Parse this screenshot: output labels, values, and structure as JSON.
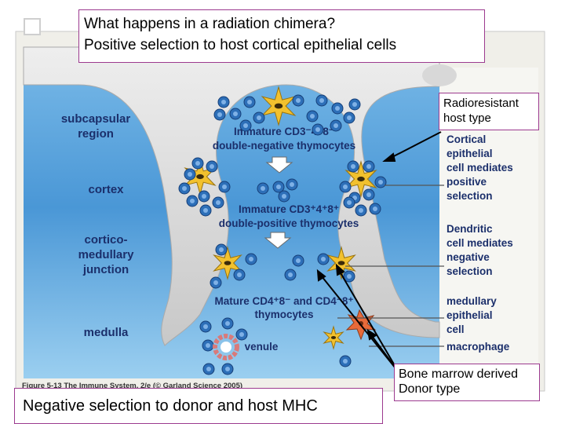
{
  "title": {
    "line1": "What happens in a radiation chimera?",
    "line2": "Positive selection to host cortical epithelial cells"
  },
  "notes": {
    "host": {
      "line1": "Radioresistant",
      "line2": "host type"
    },
    "donor": {
      "line1": "Bone marrow derived",
      "line2": "Donor type"
    }
  },
  "bottom_text": "Negative selection to donor and host MHC",
  "figure": {
    "regions": {
      "subcapsular": {
        "line1": "subcapsular",
        "line2": "region"
      },
      "cortex": "cortex",
      "corticomedullary": {
        "line1": "cortico-",
        "line2": "medullary",
        "line3": "junction"
      },
      "medulla": "medulla"
    },
    "cell_labels": {
      "double_negative": {
        "line1": "Immature CD3⁻4⁻8⁻",
        "line2": "double-negative thymocytes"
      },
      "double_positive": {
        "line1": "Immature CD3⁺4⁺8⁺",
        "line2": "double-positive thymocytes"
      },
      "mature": {
        "line1": "Mature CD4⁺8⁻ and CD4⁻8⁺",
        "line2": "thymocytes"
      },
      "venule": "venule"
    },
    "right_labels": {
      "cortical": {
        "line1": "Cortical",
        "line2": "epithelial",
        "line3": "cell mediates",
        "line4": "positive",
        "line5": "selection"
      },
      "dendritic": {
        "line1": "Dendritic",
        "line2": "cell mediates",
        "line3": "negative",
        "line4": "selection"
      },
      "medullary": {
        "line1": "medullary",
        "line2": "epithelial",
        "line3": "cell"
      },
      "macrophage": "macrophage"
    },
    "caption": "Figure 5-13 The Immune System, 2/e (© Garland Science 2005)"
  },
  "colors": {
    "background_blue": "#3a8fd0",
    "capsule_gray": "#dcdcdc",
    "epithelial_yellow": "#f2c12e",
    "thymocyte_blue": "#2d6fb8",
    "macrophage_orange": "#e86a3a",
    "box_border": "#9c3a8f",
    "label_text": "#1b2f6b"
  }
}
